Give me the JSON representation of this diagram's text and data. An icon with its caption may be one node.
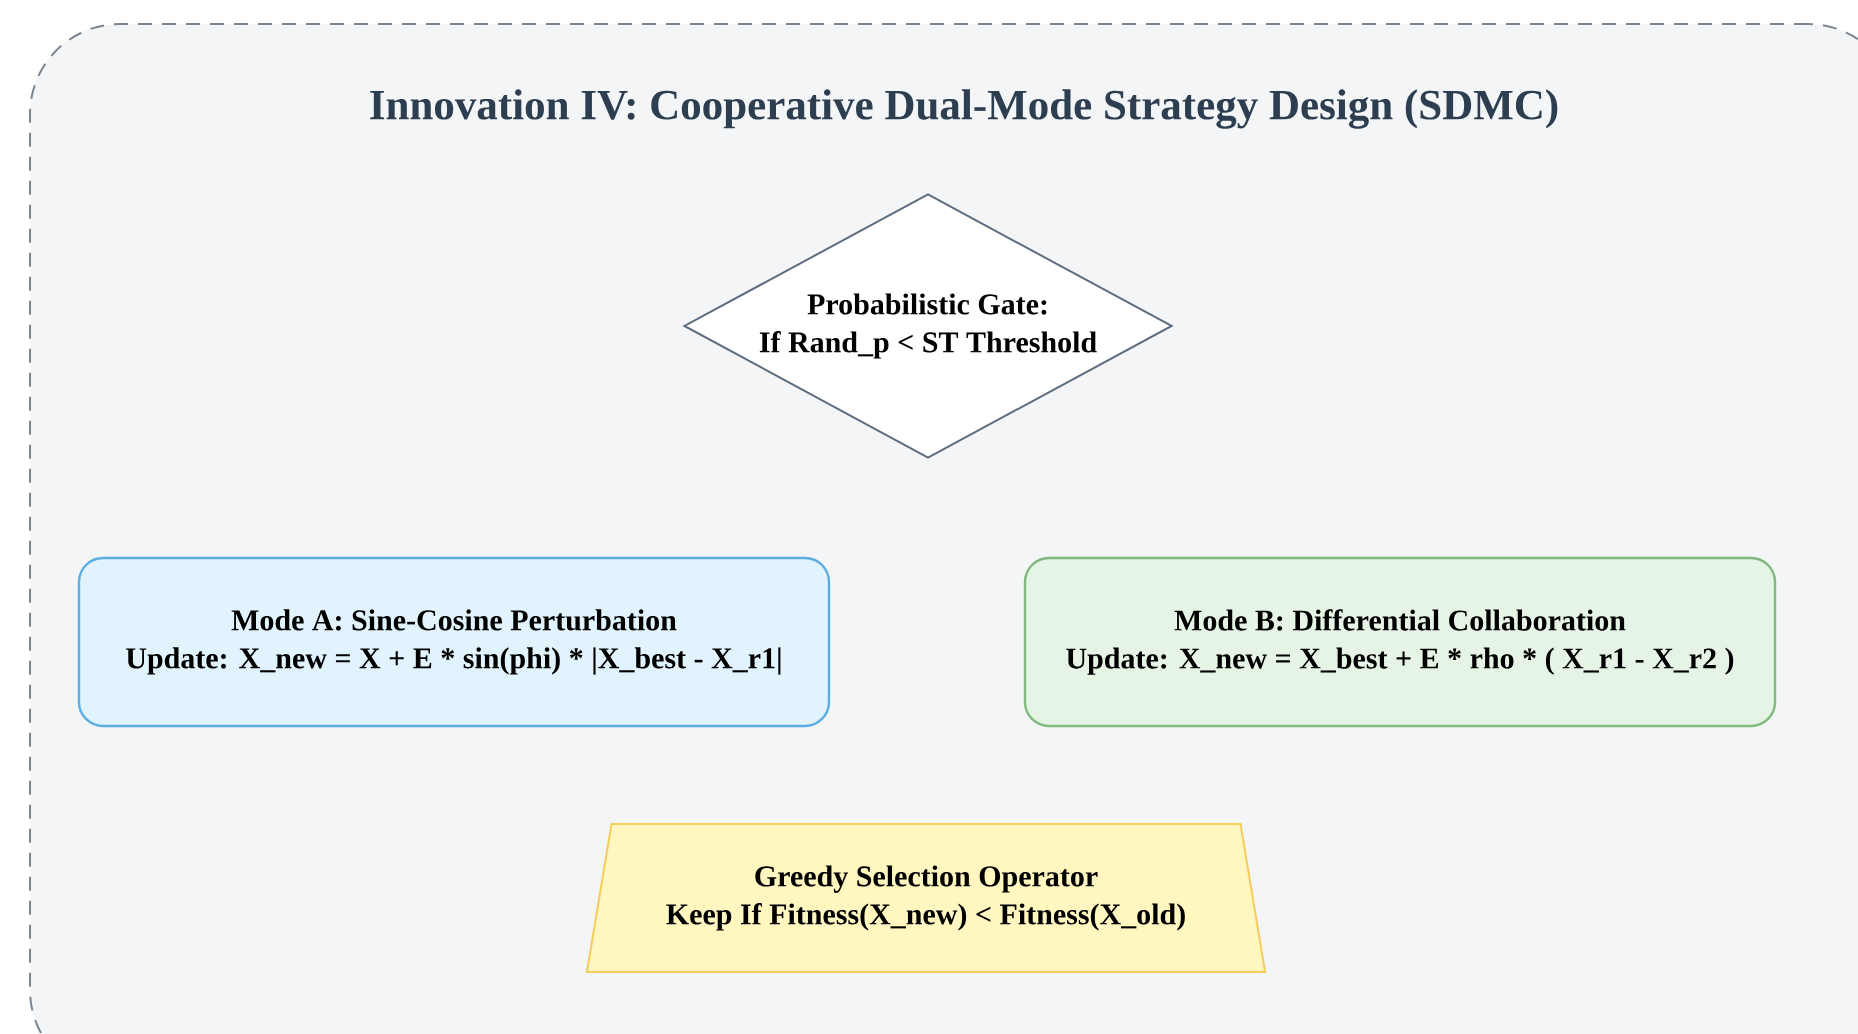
{
  "diagram": {
    "nodes": [
      {
        "text": [
          "Innovation IV: Cooperative Dual-Mode Strategy Design (SDMC)"
        ]
      },
      {
        "text": [
          "Probabilistic Gate:",
          "If Rand_p < ST Threshold"
        ],
        "in": 0
      },
      {
        "text": [
          "Mode A: Sine-Cosine Perturbation",
          "Update: X_new = X + E * sin(phi) * |X_best - X_r1|"
        ],
        "in": 0
      },
      {
        "text": [
          "Mode B: Differential Collaboration",
          "Update: X_new = X_best + E * rho * ( X_r1 - X_r2 )"
        ],
        "in": 0
      },
      {
        "text": [
          "Greedy Selection Operator",
          "Keep If Fitness(X_new) < Fitness(X_old)"
        ],
        "in": 0
      }
    ]
  }
}
